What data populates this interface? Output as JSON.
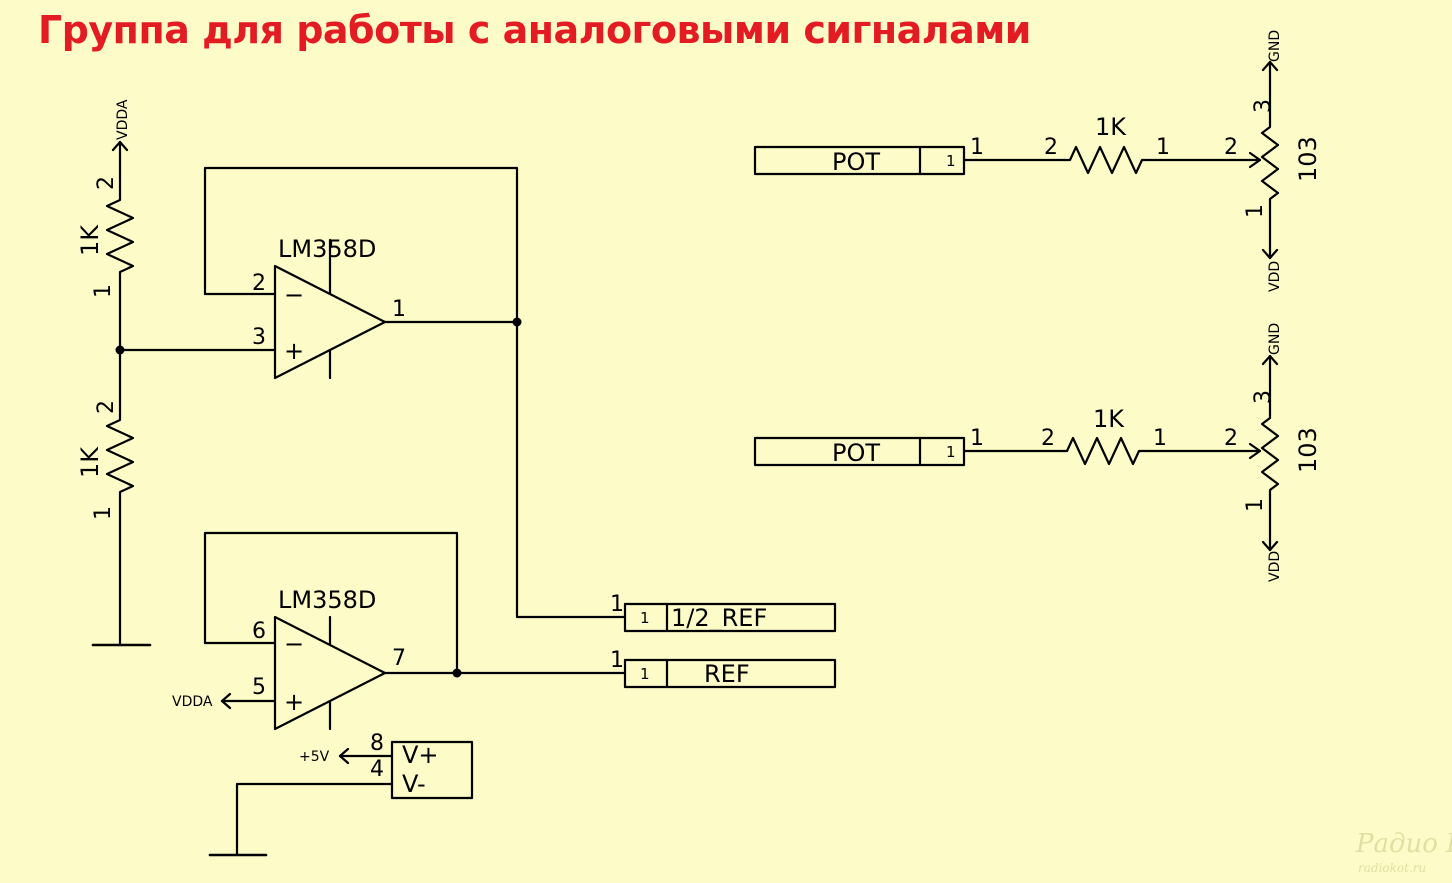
{
  "title": "Группа для работы с аналоговыми сигналами",
  "diagram": {
    "opamps": [
      {
        "part": "LM358D",
        "pin_inv": "2",
        "pin_noninv": "3",
        "pin_out": "1",
        "sign_inv": "−",
        "sign_noninv": "+"
      },
      {
        "part": "LM358D",
        "pin_inv": "6",
        "pin_noninv": "5",
        "pin_out": "7",
        "sign_inv": "−",
        "sign_noninv": "+"
      }
    ],
    "power_unit": {
      "vplus": "V+",
      "vminus": "V-",
      "pin_vplus": "8",
      "pin_vminus": "4",
      "supply": "+5V"
    },
    "divider": {
      "top": {
        "value": "1K",
        "pin_top": "2",
        "pin_bottom": "1"
      },
      "bottom": {
        "value": "1K",
        "pin_top": "2",
        "pin_bottom": "1"
      },
      "supply": "VDDA"
    },
    "vdda_label": "VDDA",
    "outputs": [
      {
        "name": "1/2_REF",
        "pin_outer": "1",
        "pin_box": "1"
      },
      {
        "name": "REF",
        "pin_outer": "1",
        "pin_box": "1"
      }
    ],
    "pot_channels": [
      {
        "connector": "POT",
        "conn_pin_box": "1",
        "conn_pin": "1",
        "resistor": "1K",
        "r_pin_left": "2",
        "r_pin_right": "1",
        "pot_value": "103",
        "pot_wiper_pin": "2",
        "pot_top_pin": "3",
        "pot_bottom_pin": "1",
        "top_net": "GND",
        "bottom_net": "VDD"
      },
      {
        "connector": "POT",
        "conn_pin_box": "1",
        "conn_pin": "1",
        "resistor": "1K",
        "r_pin_left": "2",
        "r_pin_right": "1",
        "pot_value": "103",
        "pot_wiper_pin": "2",
        "pot_top_pin": "3",
        "pot_bottom_pin": "1",
        "top_net": "GND",
        "bottom_net": "VDD"
      }
    ]
  },
  "watermark": {
    "brand": "Радио КОТ",
    "site": "radiokot.ru"
  }
}
